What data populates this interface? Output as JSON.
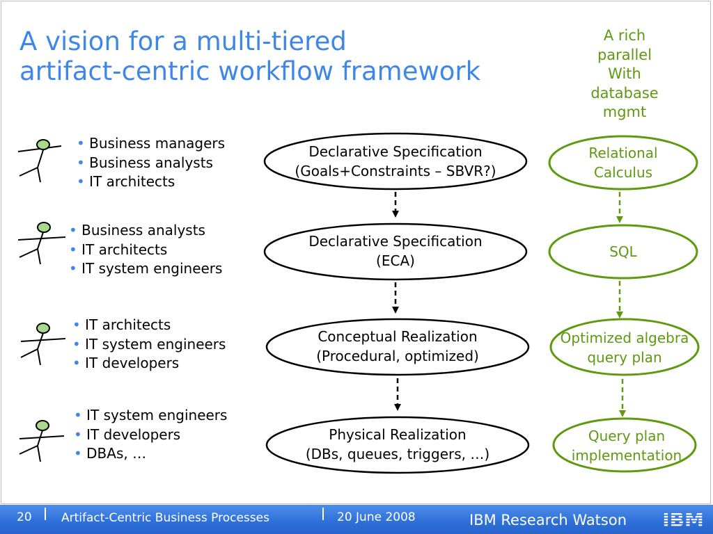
{
  "title": {
    "line1": "A vision for a multi-tiered",
    "line2": "artifact-centric workflow framework"
  },
  "side_note": {
    "lines": [
      "A rich",
      "parallel",
      "With",
      "database",
      "mgmt"
    ]
  },
  "tiers": [
    {
      "roles": [
        "Business managers",
        "Business analysts",
        "IT architects"
      ],
      "spec": [
        "Declarative Specification",
        "(Goals+Constraints – SBVR?)"
      ],
      "db": [
        "Relational",
        "Calculus"
      ]
    },
    {
      "roles": [
        "Business analysts",
        "IT architects",
        "IT system engineers"
      ],
      "spec": [
        "Declarative Specification",
        "(ECA)"
      ],
      "db": [
        "SQL"
      ]
    },
    {
      "roles": [
        "IT architects",
        "IT system engineers",
        "IT developers"
      ],
      "spec": [
        "Conceptual Realization",
        "(Procedural, optimized)"
      ],
      "db": [
        "Optimized algebra",
        "query plan"
      ]
    },
    {
      "roles": [
        "IT system engineers",
        "IT developers",
        "DBAs, …"
      ],
      "spec": [
        "Physical Realization",
        "(DBs, queues, triggers, …)"
      ],
      "db": [
        "Query plan",
        "implementation"
      ]
    }
  ],
  "footer": {
    "page": "20",
    "talk": "Artifact-Centric Business Processes",
    "date": "20 June 2008",
    "org": "IBM Research Watson",
    "logo_text": "IBM"
  },
  "colors": {
    "title": "#3e87e8",
    "bullet": "#3e87e8",
    "green": "#5e9910",
    "footer": "#2e6fd8"
  },
  "icons": [
    "stick-figure-icon",
    "dashed-arrow-icon",
    "ibm-logo-icon"
  ]
}
